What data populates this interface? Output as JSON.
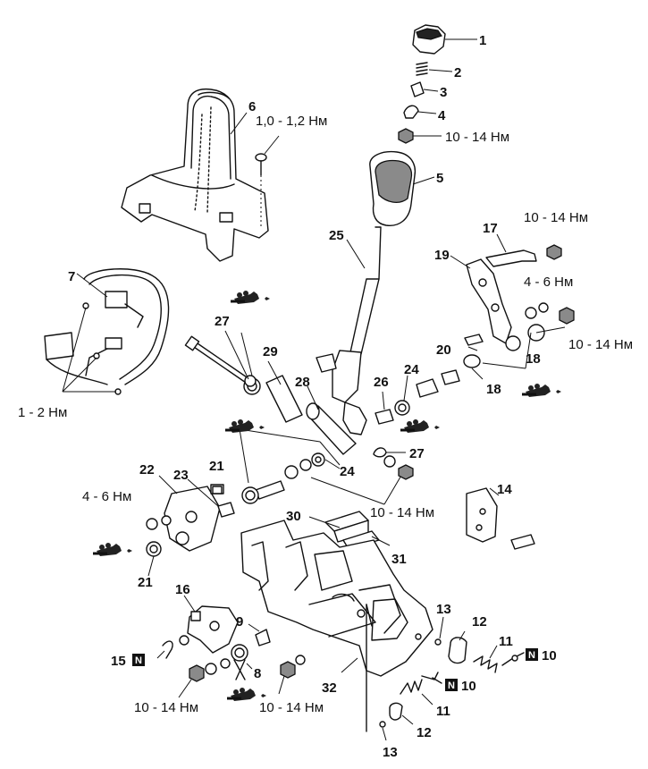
{
  "callouts": {
    "c1": "1",
    "c2": "2",
    "c3": "3",
    "c4": "4",
    "c5": "5",
    "c6": "6",
    "c7": "7",
    "c8": "8",
    "c9": "9",
    "c10a": "10",
    "c10b": "10",
    "c11a": "11",
    "c11b": "11",
    "c12a": "12",
    "c12b": "12",
    "c13a": "13",
    "c13b": "13",
    "c14": "14",
    "c15": "15",
    "c16": "16",
    "c17": "17",
    "c18a": "18",
    "c18b": "18",
    "c19": "19",
    "c20": "20",
    "c21a": "21",
    "c21b": "21",
    "c22": "22",
    "c23": "23",
    "c24a": "24",
    "c24b": "24",
    "c25": "25",
    "c26": "26",
    "c27a": "27",
    "c27b": "27",
    "c28": "28",
    "c29": "29",
    "c30": "30",
    "c31": "31",
    "c32": "32"
  },
  "torque_labels": {
    "t_knob_nut": "10 - 14 Нм",
    "t_boot_screw": "1,0 - 1,2 Нм",
    "t_bracket_bolt": "10 - 14 Нм",
    "t_lever_nut_a": "4 - 6 Нм",
    "t_lever_nut_b": "10 - 14 Нм",
    "t_harness": "1 - 2 Нм",
    "t_pivot": "10 - 14 Нм",
    "t_left_nut": "4 - 6 Нм",
    "t_bottom_a": "10 - 14 Нм",
    "t_bottom_b": "10 - 14 Нм"
  },
  "boxed_marks": {
    "n1": "N",
    "n2": "N",
    "n3": "N"
  },
  "icons": [
    "grease-gun-icon"
  ]
}
